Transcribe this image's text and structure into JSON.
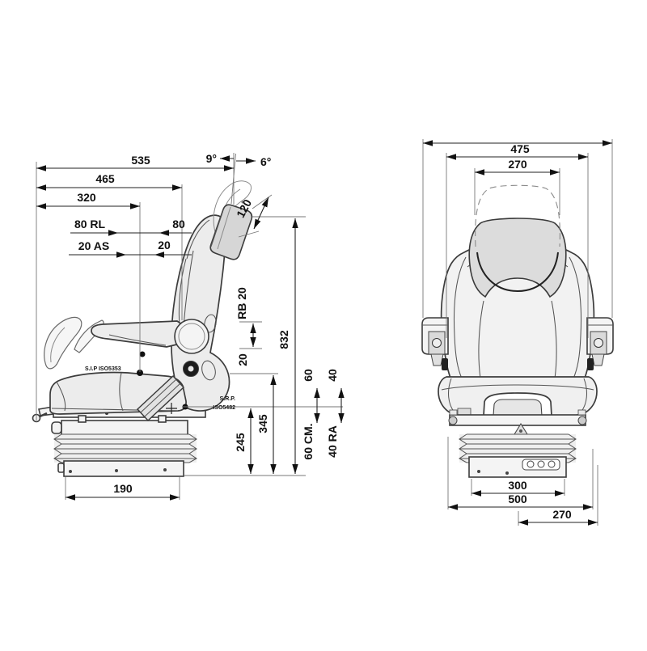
{
  "side_view": {
    "dims": {
      "overall_depth": "535",
      "depth_465": "465",
      "depth_320": "320",
      "rail_travel_label": "80 RL",
      "rail_travel_right": "80",
      "as_travel_label": "20 AS",
      "as_travel_right": "20",
      "recline_back": "9°",
      "recline_fwd": "6°",
      "headrest_travel": "120",
      "backrest_adj_label": "RB 20",
      "backrest_adj_value": "20",
      "overall_height": "832",
      "height_345": "345",
      "height_245": "245",
      "susp_up": "60",
      "susp_label": "60 CM.",
      "ra_up": "40",
      "ra_label": "40 RA",
      "base_width": "190",
      "sip_label": "S.I.P ISO5353",
      "srp_line1": "S.R.P.",
      "srp_line2": "ISO5482"
    }
  },
  "rear_view": {
    "dims": {
      "width_475": "475",
      "width_270_top": "270",
      "width_300": "300",
      "width_500": "500",
      "width_270_bottom": "270"
    }
  }
}
